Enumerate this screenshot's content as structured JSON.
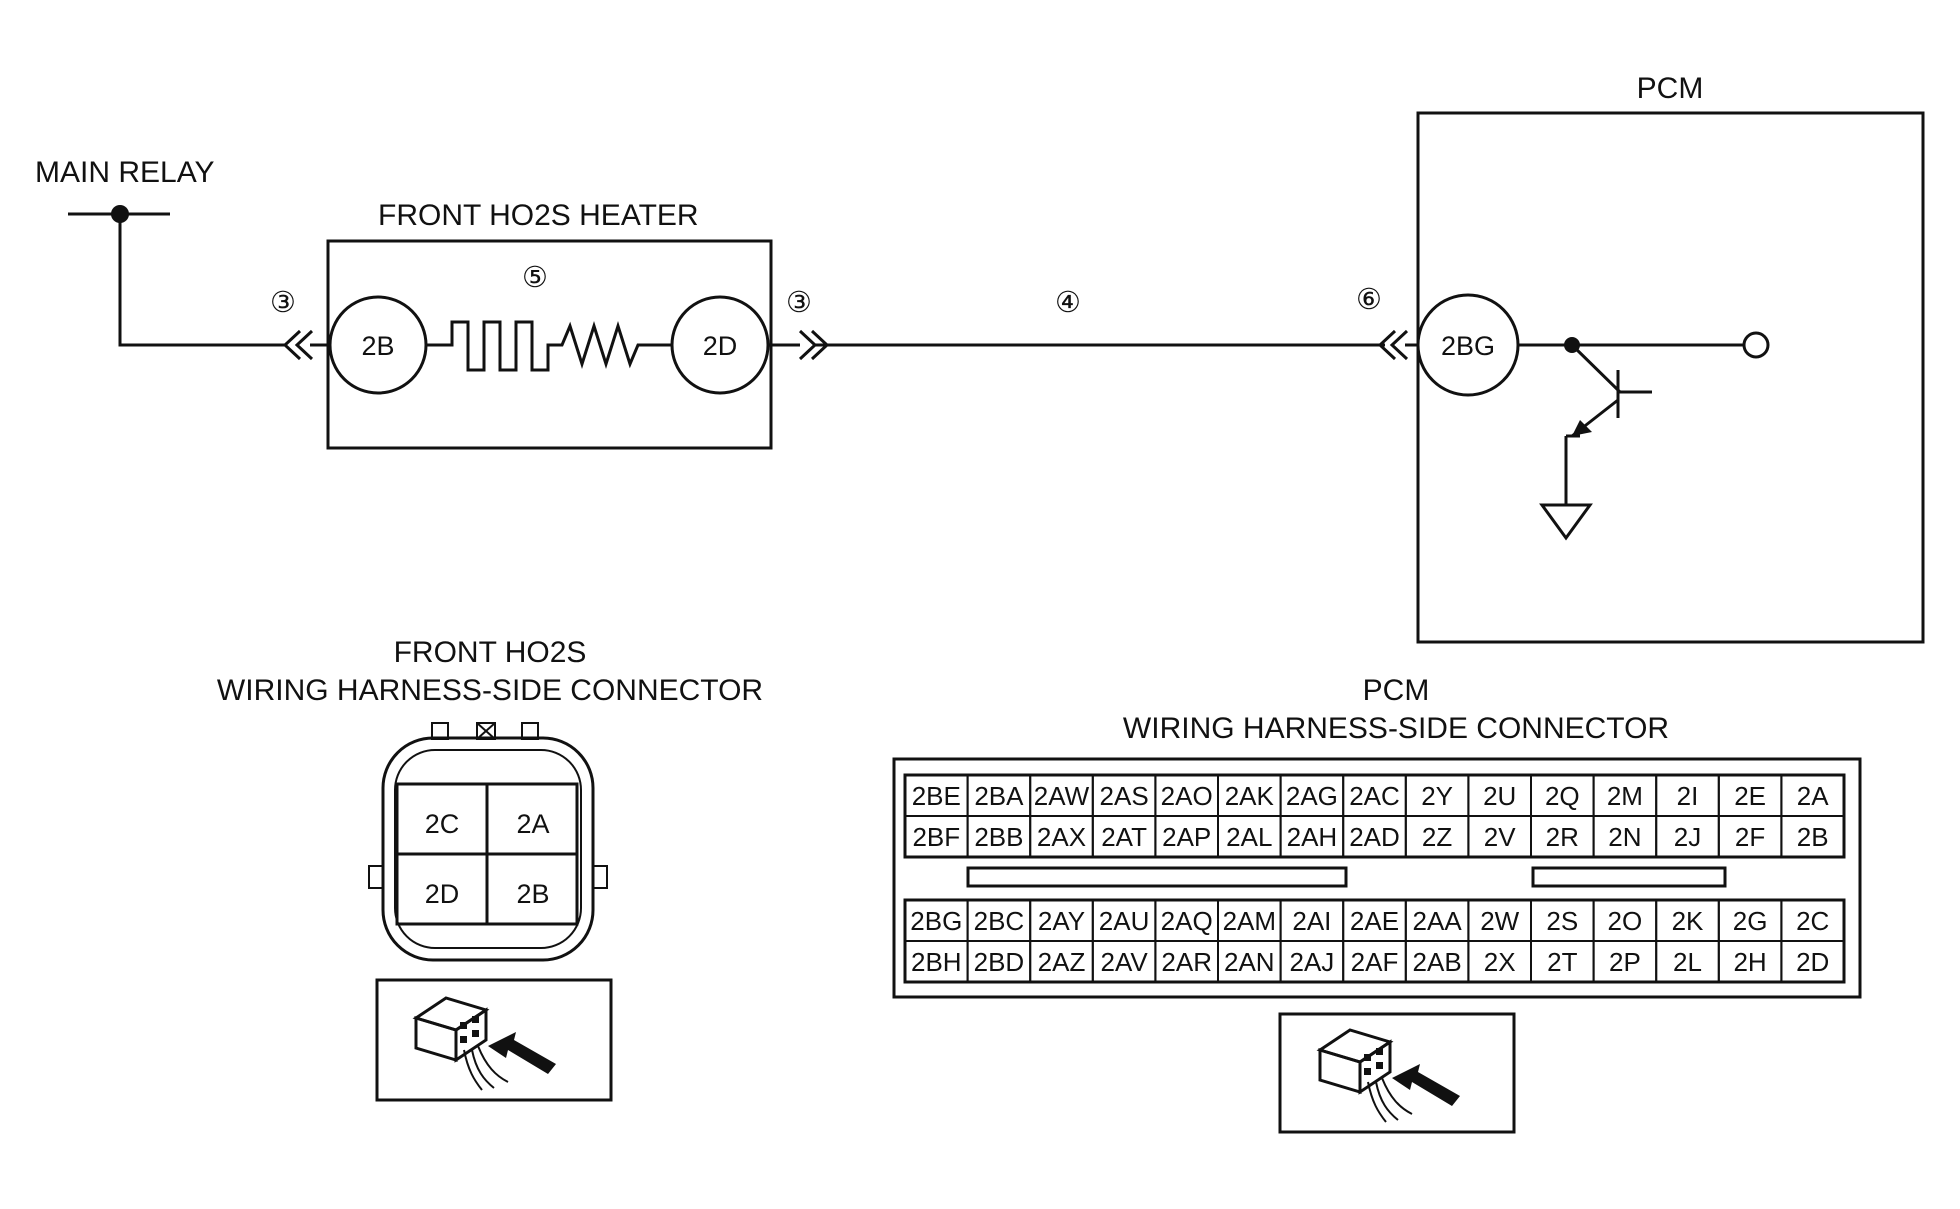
{
  "schematic": {
    "main_relay_label": "MAIN RELAY",
    "heater_label": "FRONT HO2S HEATER",
    "pcm_label": "PCM",
    "heater_pin_left": "2B",
    "heater_pin_right": "2D",
    "pcm_pin": "2BG",
    "callout_left": "③",
    "callout_heater": "⑤",
    "callout_right": "③",
    "callout_wire": "④",
    "callout_pcm": "⑥"
  },
  "ho2s_connector": {
    "title_line1": "FRONT HO2S",
    "title_line2": "WIRING HARNESS-SIDE CONNECTOR",
    "pins": [
      [
        "2C",
        "2A"
      ],
      [
        "2D",
        "2B"
      ]
    ]
  },
  "pcm_connector": {
    "title_line1": "PCM",
    "title_line2": "WIRING HARNESS-SIDE CONNECTOR",
    "top_rows": [
      [
        "2BE",
        "2BA",
        "2AW",
        "2AS",
        "2AO",
        "2AK",
        "2AG",
        "2AC",
        "2Y",
        "2U",
        "2Q",
        "2M",
        "2I",
        "2E",
        "2A"
      ],
      [
        "2BF",
        "2BB",
        "2AX",
        "2AT",
        "2AP",
        "2AL",
        "2AH",
        "2AD",
        "2Z",
        "2V",
        "2R",
        "2N",
        "2J",
        "2F",
        "2B"
      ]
    ],
    "bottom_rows": [
      [
        "2BG",
        "2BC",
        "2AY",
        "2AU",
        "2AQ",
        "2AM",
        "2AI",
        "2AE",
        "2AA",
        "2W",
        "2S",
        "2O",
        "2K",
        "2G",
        "2C"
      ],
      [
        "2BH",
        "2BD",
        "2AZ",
        "2AV",
        "2AR",
        "2AN",
        "2AJ",
        "2AF",
        "2AB",
        "2X",
        "2T",
        "2P",
        "2L",
        "2H",
        "2D"
      ]
    ]
  }
}
